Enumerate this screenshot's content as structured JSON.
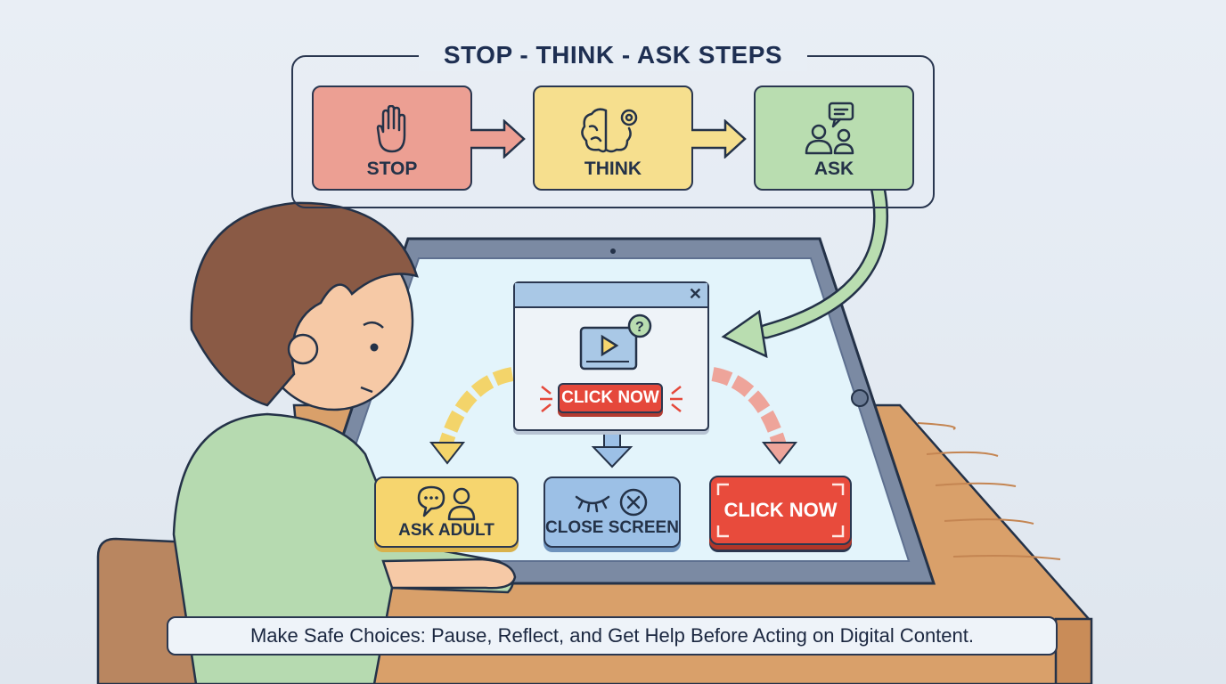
{
  "diagram": {
    "title": "STOP - THINK - ASK STEPS",
    "steps": [
      {
        "label": "STOP",
        "icon": "raised-hand-icon",
        "color": "#ec9f93"
      },
      {
        "label": "THINK",
        "icon": "brain-gear-icon",
        "color": "#f6df8e"
      },
      {
        "label": "ASK",
        "icon": "people-speech-icon",
        "color": "#b9ddb0"
      }
    ],
    "popup": {
      "close_symbol": "✕",
      "media_icon": "video-question-icon",
      "button_label": "CLICK NOW",
      "button_color": "#e5483b"
    },
    "choices": [
      {
        "label": "ASK ADULT",
        "icon": "speech-person-icon",
        "color": "#f6d56e",
        "arrow_color": "#f3d46a"
      },
      {
        "label": "CLOSE SCREEN",
        "icon": "closed-eye-x-icon",
        "color": "#9cc0e6",
        "arrow_color": "#9cc0e6"
      },
      {
        "label": "CLICK NOW",
        "icon": "focus-corners-icon",
        "color": "#e84b3c",
        "arrow_color": "#eea49a"
      }
    ],
    "caption": "Make Safe Choices: Pause, Reflect, and Get Help Before Acting on Digital Content."
  },
  "colors": {
    "background": "#e6ecf3",
    "outline": "#243248",
    "tablet_frame": "#6f7f98",
    "screen": "#e4f4fb",
    "desk": "#d9a06a",
    "chair": "#b98660",
    "shirt": "#b6dab0",
    "hair": "#8a5a45",
    "skin": "#f6c9a6",
    "ask_arrow": "#b9ddb0"
  }
}
